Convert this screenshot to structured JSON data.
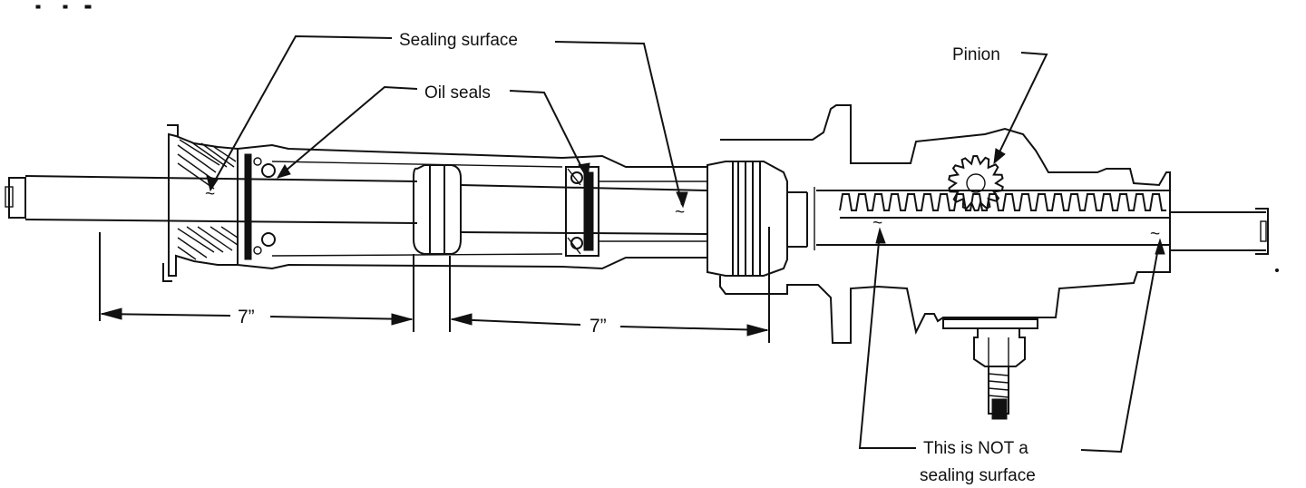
{
  "labels": {
    "sealing_surface": "Sealing surface",
    "oil_seals": "Oil seals",
    "pinion": "Pinion",
    "not_sealing_line1": "This is NOT a",
    "not_sealing_line2": "sealing surface"
  },
  "dimensions": {
    "left_length": "7”",
    "right_length": "7”"
  },
  "colors": {
    "ink": "#111111",
    "paper": "#ffffff"
  }
}
